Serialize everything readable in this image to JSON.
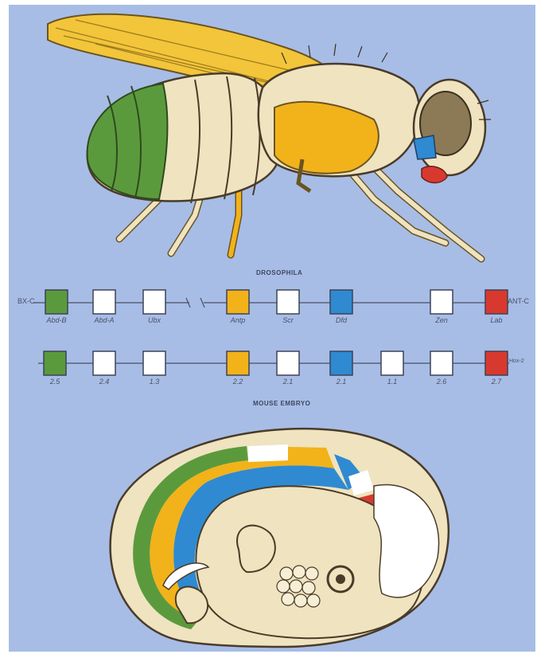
{
  "diagram": {
    "fly_title": "DROSOPHILA",
    "mouse_title": "MOUSE EMBRYO",
    "fly_left_end": "BX-C",
    "fly_right_end": "ANT-C",
    "mouse_right_end": "Hox-2",
    "fly_genes": [
      {
        "label": "Abd-B",
        "color": "#5b9a3c"
      },
      {
        "label": "Abd-A",
        "color": "#ffffff"
      },
      {
        "label": "Ubx",
        "color": "#ffffff"
      },
      {
        "label": "Antp",
        "color": "#f2b21a"
      },
      {
        "label": "Scr",
        "color": "#ffffff"
      },
      {
        "label": "Dfd",
        "color": "#2f8ad1"
      },
      {
        "label": "Zen",
        "color": "#ffffff"
      },
      {
        "label": "Lab",
        "color": "#d8392f"
      }
    ],
    "mouse_genes": [
      {
        "label": "2.5",
        "color": "#5b9a3c"
      },
      {
        "label": "2.4",
        "color": "#ffffff"
      },
      {
        "label": "1.3",
        "color": "#ffffff"
      },
      {
        "label": "2.2",
        "color": "#f2b21a"
      },
      {
        "label": "2.1",
        "color": "#ffffff"
      },
      {
        "label": "2.1",
        "color": "#2f8ad1"
      },
      {
        "label": "1.1",
        "color": "#ffffff"
      },
      {
        "label": "2.6",
        "color": "#ffffff"
      },
      {
        "label": "2.7",
        "color": "#d8392f"
      }
    ],
    "colors": {
      "background": "#a7bde6",
      "green": "#5b9a3c",
      "yellow": "#f2b21a",
      "blue": "#2f8ad1",
      "red": "#d8392f",
      "body": "#efe3c0",
      "outline": "#4a3b28"
    }
  }
}
